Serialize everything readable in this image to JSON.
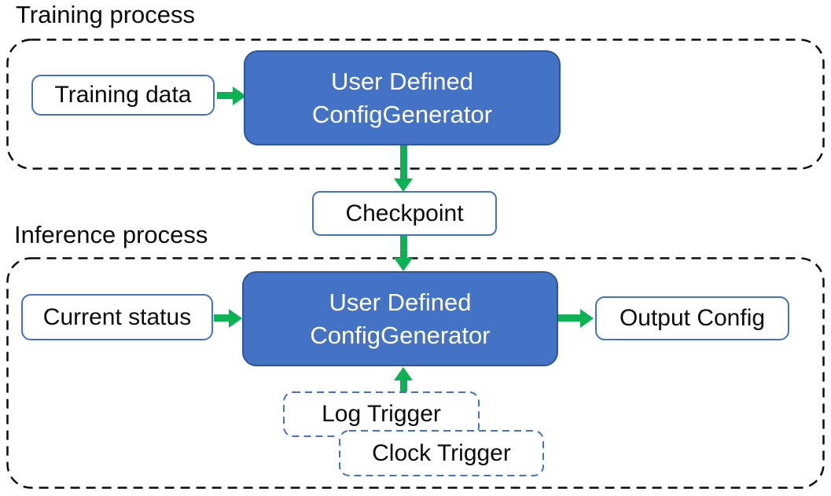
{
  "colors": {
    "generator_fill": "#4472C4",
    "generator_border": "#2F5597",
    "io_box_border": "#4472C4",
    "trigger_border": "#4472C4",
    "container_border": "#0A0A0A",
    "arrow_green": "#0CB153",
    "text_dark": "#0B0B0B",
    "text_light": "#FFFFFF"
  },
  "training": {
    "title": "Training process",
    "input_box": "Training data",
    "generator_line1": "User Defined",
    "generator_line2": "ConfigGenerator"
  },
  "checkpoint": {
    "label": "Checkpoint"
  },
  "inference": {
    "title": "Inference process",
    "input_box": "Current status",
    "generator_line1": "User Defined",
    "generator_line2": "ConfigGenerator",
    "output_box": "Output Config",
    "triggers": {
      "log": "Log Trigger",
      "clock": "Clock Trigger"
    }
  }
}
